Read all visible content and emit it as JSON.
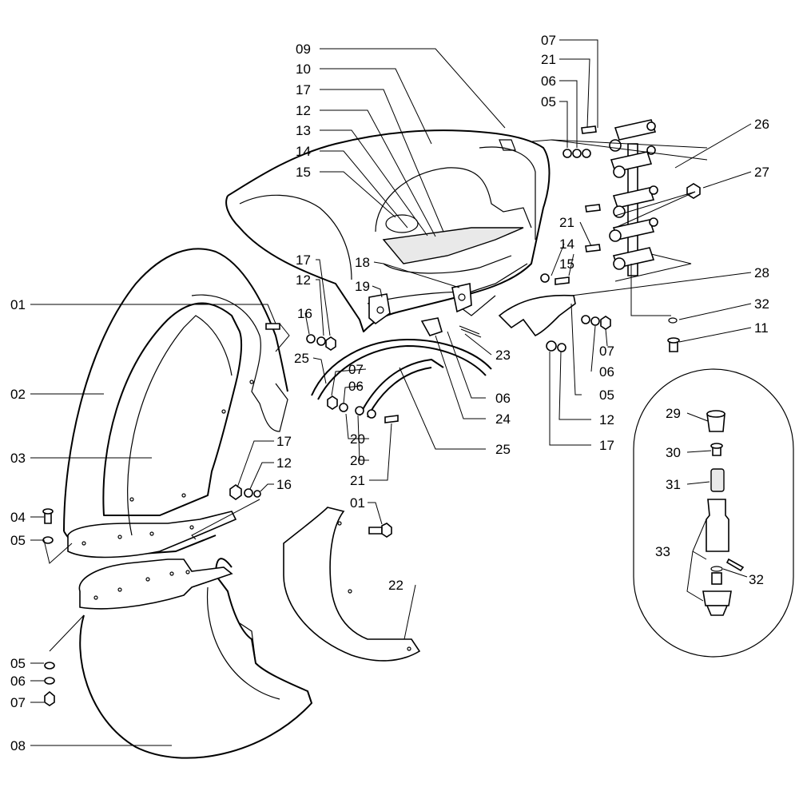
{
  "callouts": {
    "c01a": "01",
    "c01b": "01",
    "c02": "02",
    "c03": "03",
    "c04": "04",
    "c05a": "05",
    "c05b": "05",
    "c05c": "05",
    "c05d": "05",
    "c06a": "06",
    "c06b": "06",
    "c06c": "06",
    "c06d": "06",
    "c06e": "06",
    "c07a": "07",
    "c07b": "07",
    "c07c": "07",
    "c07d": "07",
    "c08": "08",
    "c09": "09",
    "c10": "10",
    "c11": "11",
    "c12a": "12",
    "c12b": "12",
    "c12c": "12",
    "c12d": "12",
    "c13": "13",
    "c14a": "14",
    "c14b": "14",
    "c15a": "15",
    "c15b": "15",
    "c16a": "16",
    "c16b": "16",
    "c17a": "17",
    "c17b": "17",
    "c17c": "17",
    "c17d": "17",
    "c18": "18",
    "c19": "19",
    "c20a": "20",
    "c20b": "20",
    "c21a": "21",
    "c21b": "21",
    "c21c": "21",
    "c22": "22",
    "c23": "23",
    "c24": "24",
    "c25a": "25",
    "c25b": "25",
    "c26": "26",
    "c27": "27",
    "c28": "28",
    "c29": "29",
    "c30": "30",
    "c31": "31",
    "c32a": "32",
    "c32b": "32",
    "c33": "33"
  }
}
